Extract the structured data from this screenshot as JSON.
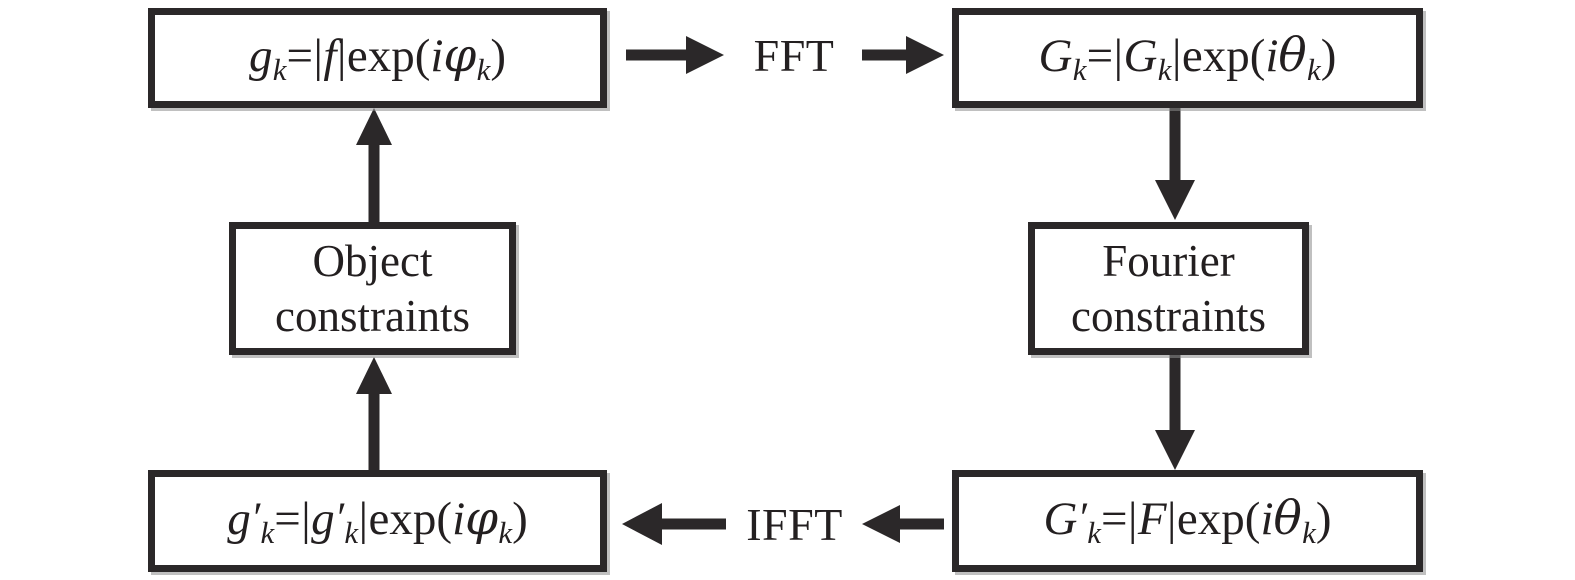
{
  "diagram": {
    "title": "Phase retrieval iterative loop",
    "stroke_color": "#2b2829",
    "background_color": "#ffffff",
    "shadow_color": "#8c8c8c"
  },
  "nodes": {
    "top_left": {
      "id": "g-k-box",
      "text": "g_k=|f|exp(iφ_k)",
      "lhs_var": "g",
      "lhs_sub": "k",
      "magnitude": "f",
      "phase_symbol": "φ",
      "phase_sub": "k"
    },
    "top_right": {
      "id": "G-k-box",
      "text": "G_k=|G_k|exp(iθ_k)",
      "lhs_var": "G",
      "lhs_sub": "k",
      "magnitude": "G_k",
      "phase_symbol": "θ",
      "phase_sub": "k"
    },
    "bottom_left": {
      "id": "g-prime-k-box",
      "text": "g′_k=|g′_k|exp(iφ_k)",
      "lhs_var": "g",
      "lhs_prime": "′",
      "lhs_sub": "k",
      "magnitude": "g′_k",
      "phase_symbol": "φ",
      "phase_sub": "k"
    },
    "bottom_right": {
      "id": "G-prime-k-box",
      "text": "G′_k=|F|exp(iθ_k)",
      "lhs_var": "G",
      "lhs_prime": "′",
      "lhs_sub": "k",
      "magnitude": "F",
      "phase_symbol": "θ",
      "phase_sub": "k"
    },
    "middle_left": {
      "id": "object-constraints-box",
      "line1": "Object",
      "line2": "constraints"
    },
    "middle_right": {
      "id": "fourier-constraints-box",
      "line1": "Fourier",
      "line2": "constraints"
    }
  },
  "arrows": {
    "top": {
      "label": "FFT",
      "direction": "right",
      "from": "top_left",
      "to": "top_right"
    },
    "bottom": {
      "label": "IFFT",
      "direction": "left",
      "from": "bottom_right",
      "to": "bottom_left"
    },
    "right_upper": {
      "direction": "down",
      "from": "top_right",
      "to": "middle_right"
    },
    "right_lower": {
      "direction": "down",
      "from": "middle_right",
      "to": "bottom_right"
    },
    "left_lower": {
      "direction": "up",
      "from": "bottom_left",
      "to": "middle_left"
    },
    "left_upper": {
      "direction": "up",
      "from": "middle_left",
      "to": "top_left"
    }
  }
}
